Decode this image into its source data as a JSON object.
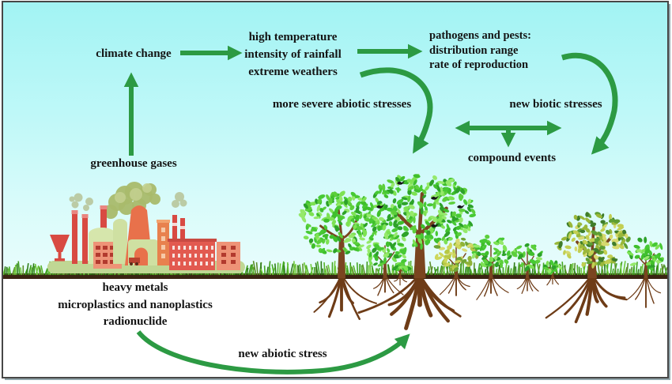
{
  "figure": {
    "background": {
      "sky_top": "#a2f3f3",
      "sky_bottom": "#e9fdfc",
      "underground": "#ffffff",
      "soil": "#3a2412"
    },
    "arrow_color": "#2c9a43",
    "labels": {
      "climate_change": "climate change",
      "greenhouse_gases": "greenhouse gases",
      "climate_effects": [
        "high temperature",
        "intensity of rainfall",
        "extreme weathers"
      ],
      "pathogens_pests": [
        "pathogens and pests:",
        "distribution range",
        "rate of reproduction"
      ],
      "abiotic": "more severe abiotic stresses",
      "biotic": "new biotic stresses",
      "compound": "compound events",
      "pollutants": [
        "heavy metals",
        "microplastics and nanoplastics",
        "radionuclide"
      ],
      "new_abiotic": "new abiotic stress"
    },
    "illustrations": {
      "factory": "polluting-factory-with-smokestacks",
      "trees": "forest-trees-with-exposed-roots"
    }
  }
}
